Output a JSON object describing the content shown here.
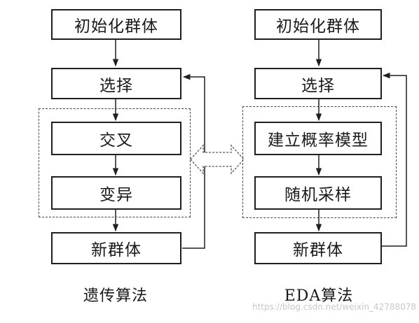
{
  "ga": {
    "init_label": "初始化群体",
    "select_label": "选择",
    "crossover_label": "交叉",
    "mutation_label": "变异",
    "new_pop_label": "新群体",
    "caption": "遗传算法"
  },
  "eda": {
    "init_label": "初始化群体",
    "select_label": "选择",
    "model_label": "建立概率模型",
    "sample_label": "随机采样",
    "new_pop_label": "新群体",
    "caption": "EDA算法"
  },
  "watermark": "https://blog.csdn.net/weixin_42788078",
  "colors": {
    "line": "#1f1f1f",
    "dash": "#444444",
    "watermark": "#c8c8c8"
  }
}
